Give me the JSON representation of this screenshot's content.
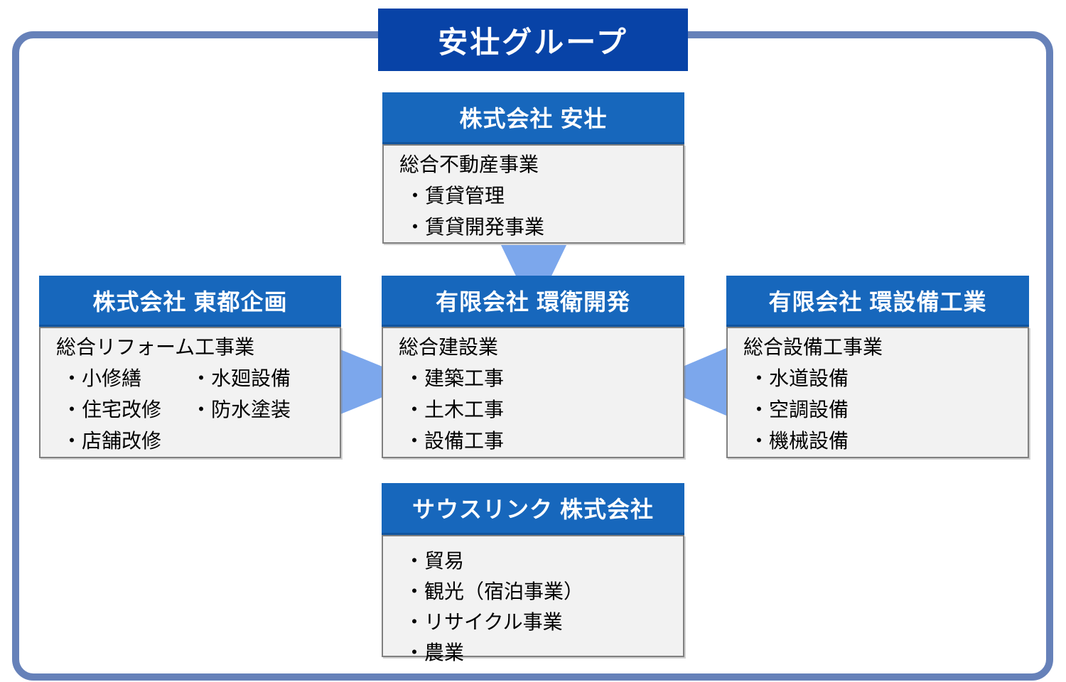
{
  "group": {
    "title": "安壮グループ"
  },
  "colors": {
    "group_frame": "#6681B9",
    "title_banner_bg": "#0843A7",
    "box_header_bg": "#1767BC",
    "arrow": "#7CA7EC",
    "body_bg": "#F2F2F2",
    "body_border": "#808080",
    "header_text": "#FFFFFF",
    "body_text": "#000000"
  },
  "companies": {
    "anso": {
      "name": "株式会社 安壮",
      "heading": "総合不動産事業",
      "items": [
        "・賃貸管理",
        "・賃貸開発事業"
      ]
    },
    "toto": {
      "name": "株式会社 東都企画",
      "heading": "総合リフォーム工事業",
      "col1": [
        "・小修繕",
        "・住宅改修",
        "・店舗改修"
      ],
      "col2": [
        "・水廻設備",
        "・防水塗装"
      ]
    },
    "kanei": {
      "name": "有限会社 環衛開発",
      "heading": "総合建設業",
      "items": [
        "・建築工事",
        "・土木工事",
        "・設備工事"
      ]
    },
    "kansetsubi": {
      "name": "有限会社 環設備工業",
      "heading": "総合設備工事業",
      "items": [
        "・水道設備",
        "・空調設備",
        "・機械設備"
      ]
    },
    "southlink": {
      "name": "サウスリンク 株式会社",
      "items": [
        "・貿易",
        "・観光（宿泊事業）",
        "・リサイクル事業",
        "・農業"
      ]
    }
  },
  "arrows": [
    {
      "from": "株式会社 安壮",
      "to": "有限会社 環衛開発",
      "direction": "down"
    },
    {
      "from": "株式会社 東都企画",
      "to": "有限会社 環衛開発",
      "direction": "right"
    },
    {
      "from": "有限会社 環設備工業",
      "to": "有限会社 環衛開発",
      "direction": "left"
    }
  ]
}
